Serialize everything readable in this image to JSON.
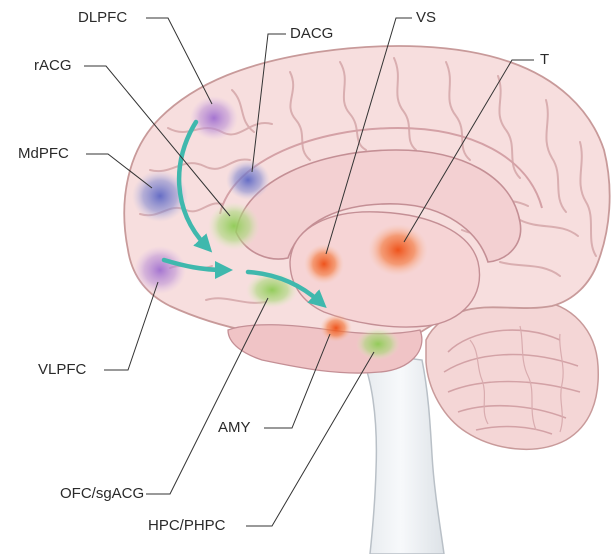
{
  "figure": {
    "labels": {
      "dlpfc": "DLPFC",
      "dacg": "DACG",
      "vs": "VS",
      "t": "T",
      "racg": "rACG",
      "mdpfc": "MdPFC",
      "vlpfc": "VLPFC",
      "amy": "AMY",
      "ofc_sgacg": "OFC/sgACG",
      "hpc_phpc": "HPC/PHPC"
    },
    "colors": {
      "brain_fill": "#f6dcdc",
      "brain_stroke": "#c89a9a",
      "gyri": "#d9aeb0",
      "brainstem": "#eef1f4",
      "arrow": "#3fb8ad",
      "purple_region": "#b98fd6",
      "blue_region": "#7e86cf",
      "green_region": "#a9d87a",
      "orange_region": "#f06a2a",
      "leader_line": "#333333"
    }
  }
}
